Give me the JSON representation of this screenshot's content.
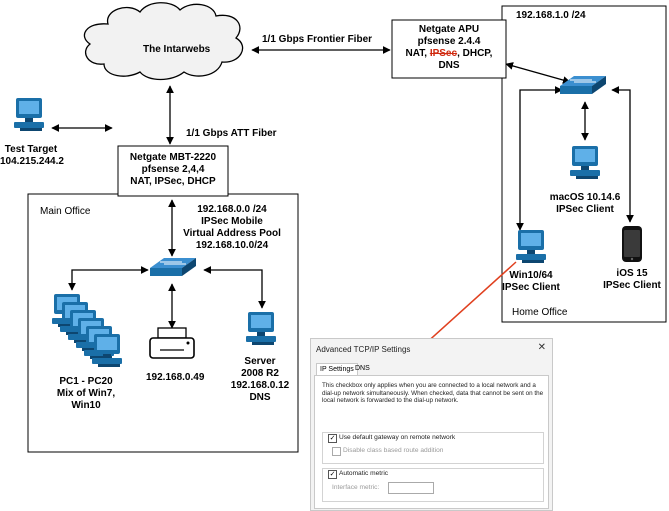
{
  "cloud": {
    "label": "The Intarwebs"
  },
  "links": {
    "frontier": "1/1 Gbps Frontier Fiber",
    "att": "1/1 Gbps ATT Fiber"
  },
  "home_router": {
    "name": "Netgate APU",
    "version": "pfsense 2.4.4",
    "services_prefix": "NAT,",
    "services_struck": "IPSec",
    "services_suffix": ", DHCP,",
    "services_line2": "DNS"
  },
  "home_office": {
    "subnet": "192.168.1.0 /24",
    "label": "Home Office",
    "mac": {
      "line1": "macOS 10.14.6",
      "line2": "IPSec Client"
    },
    "win": {
      "line1": "Win10/64",
      "line2": "IPSec Client"
    },
    "ios": {
      "line1": "iOS 15",
      "line2": "IPSec Client"
    }
  },
  "test_target": {
    "name": "Test Target",
    "ip": "104.215.244.2"
  },
  "main_router": {
    "name": "Netgate MBT-2220",
    "version": "pfsense 2,4,4",
    "services": "NAT, IPSec, DHCP"
  },
  "main_office": {
    "label": "Main Office",
    "subnet": "192.168.0.0 /24",
    "pool_line1": "IPSec Mobile",
    "pool_line2": "Virtual Address Pool",
    "pool_line3": "192.168.10.0/24",
    "pcs": {
      "line1": "PC1 - PC20",
      "line2": "Mix of Win7,",
      "line3": "Win10"
    },
    "printer": {
      "ip": "192.168.0.49"
    },
    "server": {
      "line1": "Server",
      "line2": "2008 R2",
      "line3": "192.168.0.12",
      "line4": "DNS"
    }
  },
  "dialog": {
    "title": "Advanced TCP/IP Settings",
    "close": "✕",
    "tabs": [
      "IP Settings",
      "DNS"
    ],
    "description": "This checkbox only applies when you are connected to a local network and a dial-up network simultaneously.  When checked, data that cannot be sent on the local network is forwarded to the dial-up network.",
    "use_default_gateway": {
      "label": "Use default gateway on remote network",
      "checked": true
    },
    "disable_class_based": {
      "label": "Disable class based route addition",
      "checked": false,
      "enabled": false
    },
    "automatic_metric": {
      "label": "Automatic metric",
      "checked": true
    },
    "interface_metric": {
      "label": "Interface metric:",
      "value": ""
    }
  },
  "colors": {
    "device": "#1a6fa8",
    "device_dark": "#0d4670",
    "arrow_red": "#e0401f",
    "strike": "#d02a10"
  }
}
